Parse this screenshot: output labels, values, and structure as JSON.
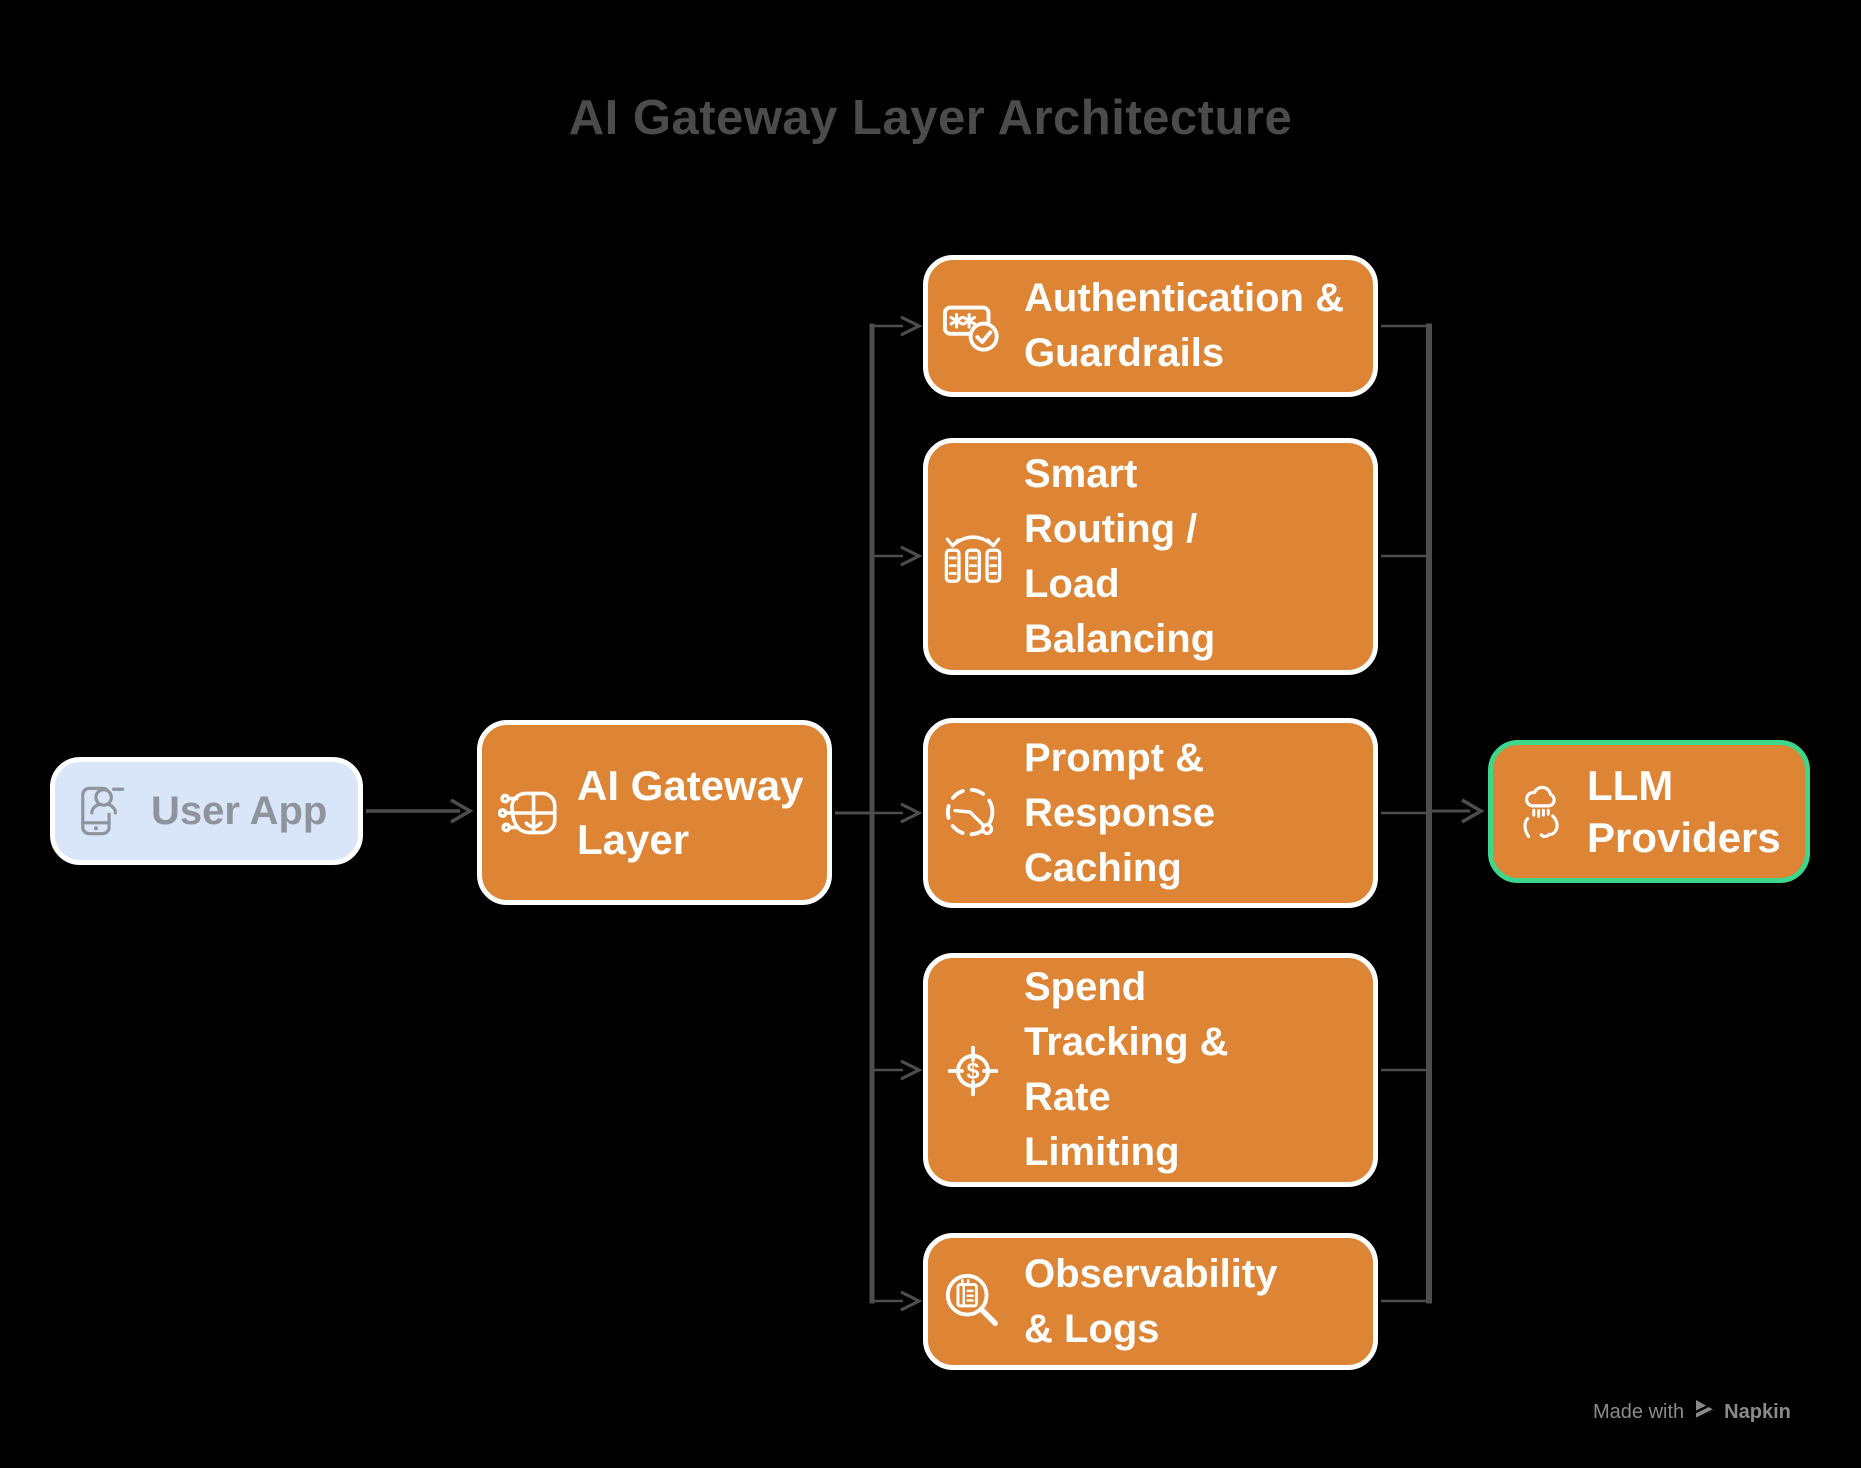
{
  "title": "AI Gateway Layer Architecture",
  "nodes": {
    "user_app": {
      "label": "User App",
      "lines": [
        "User App"
      ],
      "icon": "phone-user-icon"
    },
    "gateway": {
      "label": "AI Gateway Layer",
      "lines": [
        "AI Gateway",
        "Layer"
      ],
      "icon": "ai-gateway-icon"
    },
    "features": [
      {
        "label": "Authentication & Guardrails",
        "lines": [
          "Authentication &",
          "Guardrails"
        ],
        "icon": "password-check-icon"
      },
      {
        "label": "Smart Routing / Load Balancing",
        "lines": [
          "Smart",
          "Routing /",
          "Load",
          "Balancing"
        ],
        "icon": "load-balancer-icon"
      },
      {
        "label": "Prompt & Response Caching",
        "lines": [
          "Prompt &",
          "Response",
          "Caching"
        ],
        "icon": "cache-clock-icon"
      },
      {
        "label": "Spend Tracking & Rate Limiting",
        "lines": [
          "Spend",
          "Tracking &",
          "Rate",
          "Limiting"
        ],
        "icon": "spend-target-icon"
      },
      {
        "label": "Observability & Logs",
        "lines": [
          "Observability",
          "& Logs"
        ],
        "icon": "logs-search-icon"
      }
    ],
    "llm_providers": {
      "label": "LLM Providers",
      "lines": [
        "LLM",
        "Providers"
      ],
      "icon": "llm-cloud-head-icon"
    }
  },
  "colors": {
    "background": "#000000",
    "node_orange": "#DD8435",
    "node_border_white": "#FFFFFF",
    "user_app_bg": "#D9E5F8",
    "user_app_text": "#8F949C",
    "llm_border_green": "#3CD68D",
    "connector_gray": "#4D4D4D",
    "title_gray": "#4B4B4B",
    "footer_gray": "#8A8A8A"
  },
  "footer": {
    "made_with": "Made with",
    "brand": "Napkin"
  }
}
